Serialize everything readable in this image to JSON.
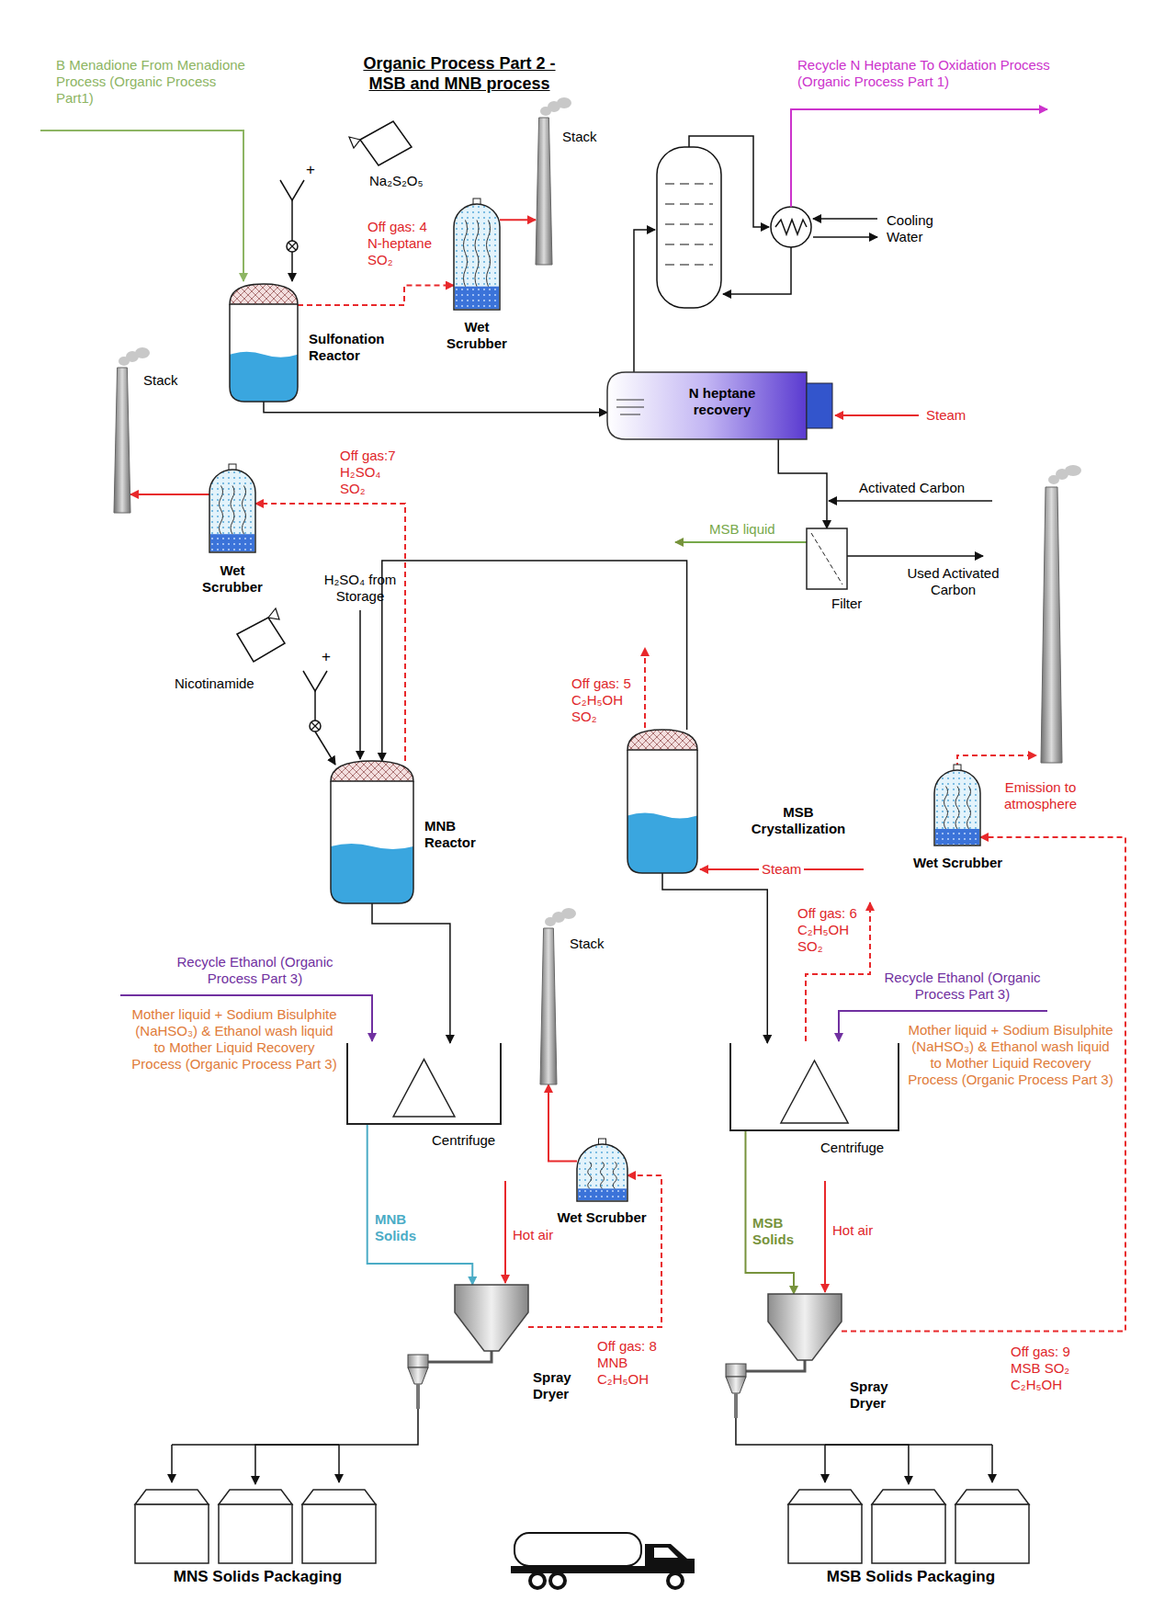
{
  "diagram": {
    "title": "Organic Process Part 2 - MSB and MNB process",
    "nodes": [
      {
        "text": [
          "Stack"
        ]
      },
      {
        "text": [
          "Sulfonation Reactor"
        ]
      },
      {
        "text": [
          "Wet Scrubber"
        ]
      },
      {
        "text": [
          "Stack"
        ]
      },
      {
        "text": [
          "N heptane recovery"
        ]
      },
      {
        "text": [
          "Wet Scrubber"
        ]
      },
      {
        "text": [
          "Filter"
        ]
      },
      {
        "text": [
          "MNB Reactor"
        ]
      },
      {
        "text": [
          "MSB Crystallization"
        ]
      },
      {
        "text": [
          "Wet Scrubber"
        ]
      },
      {
        "text": [
          "Stack"
        ]
      },
      {
        "text": [
          "Centrifuge"
        ]
      },
      {
        "text": [
          "Centrifuge"
        ]
      },
      {
        "text": [
          "Wet Scrubber"
        ]
      },
      {
        "text": [
          "Spray Dryer"
        ]
      },
      {
        "text": [
          "Spray Dryer"
        ]
      },
      {
        "text": [
          "MNS Solids Packaging"
        ]
      },
      {
        "text": [
          "MSB Solids Packaging"
        ]
      }
    ],
    "edges": [
      {
        "from": 1,
        "to": 2,
        "arrow": "to",
        "label": "Off gas: 4 N-heptane SO₂"
      },
      {
        "from": 2,
        "to": 0,
        "arrow": "to"
      },
      {
        "from": 1,
        "to": 4,
        "arrow": "to"
      },
      {
        "from": 4,
        "to": 6,
        "arrow": "to"
      },
      {
        "from": 8,
        "to": 7,
        "arrow": "to"
      },
      {
        "from": 7,
        "to": 5,
        "arrow": "to",
        "label": "Off gas:7 H₂SO₄ SO₂"
      },
      {
        "from": 5,
        "to": 3,
        "arrow": "to"
      },
      {
        "from": 7,
        "to": 11,
        "arrow": "to"
      },
      {
        "from": 8,
        "to": 12,
        "arrow": "to"
      },
      {
        "from": 11,
        "to": 14,
        "arrow": "to",
        "label": "MNB Solids"
      },
      {
        "from": 12,
        "to": 15,
        "arrow": "to",
        "label": "MSB Solids"
      },
      {
        "from": 14,
        "to": 13,
        "arrow": "to",
        "label": "Off gas: 8 MNB C₂H₅OH"
      },
      {
        "from": 13,
        "to": 10,
        "arrow": "to"
      },
      {
        "from": 15,
        "to": 9,
        "arrow": "to",
        "label": "Off gas: 9 MSB SO₂ C₂H₅OH"
      },
      {
        "from": 14,
        "to": 16,
        "arrow": "to"
      },
      {
        "from": 15,
        "to": 17,
        "arrow": "to"
      }
    ],
    "labels": [
      "B Menadione From Menadione Process (Organic Process Part1)",
      "+",
      "Na₂S₂O₅",
      "Recycle N Heptane To Oxidation Process (Organic Process Part 1)",
      "Cooling Water",
      "Steam",
      "Activated Carbon",
      "MSB liquid",
      "Used Activated Carbon",
      "H₂SO₄ from Storage",
      "+",
      "Nicotinamide",
      "Off gas: 5 C₂H₅OH SO₂",
      "Steam",
      "Off gas: 6 C₂H₅OH SO₂",
      "Emission to atmosphere",
      "Recycle Ethanol (Organic Process Part 3)",
      "Mother liquid + Sodium Bisulphite (NaHSO₃) & Ethanol wash liquid to Mother Liquid Recovery Process (Organic Process Part 3)",
      "Recycle Ethanol (Organic Process Part 3)",
      "Mother liquid + Sodium Bisulphite (NaHSO₃) & Ethanol wash liquid to Mother Liquid Recovery Process (Organic Process Part 3)",
      "Hot air",
      "Hot air"
    ]
  }
}
